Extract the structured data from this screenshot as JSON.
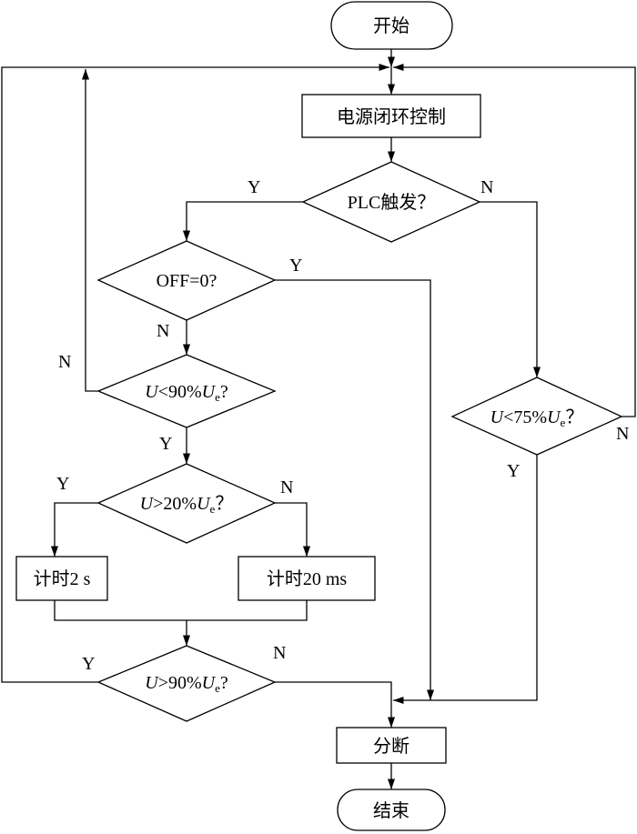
{
  "nodes": {
    "start": "开始",
    "power_loop": "电源闭环控制",
    "plc": "PLC触发？",
    "off": "OFF=0?",
    "u90": {
      "var": "U",
      "op": "<90%",
      "var2": "U",
      "sub": "e",
      "q": "?"
    },
    "u75": {
      "var": "U",
      "op": "<75%",
      "var2": "U",
      "sub": "e",
      "q": "？"
    },
    "u20": {
      "var": "U",
      "op": ">20%",
      "var2": "U",
      "sub": "e",
      "q": "？"
    },
    "timer2s": "计时2 s",
    "timer20ms": "计时20 ms",
    "u90b": {
      "var": "U",
      "op": ">90%",
      "var2": "U",
      "sub": "e",
      "q": "?"
    },
    "disconnect": "分断",
    "end": "结束"
  },
  "edge_labels": {
    "plc_yes": "Y",
    "plc_no": "N",
    "off_yes": "Y",
    "off_no": "N",
    "u90_no": "N",
    "u90_yes": "Y",
    "u75_no": "N",
    "u75_yes": "Y",
    "u20_yes": "Y",
    "u20_no": "N",
    "u90b_yes": "Y",
    "u90b_no": "N"
  }
}
